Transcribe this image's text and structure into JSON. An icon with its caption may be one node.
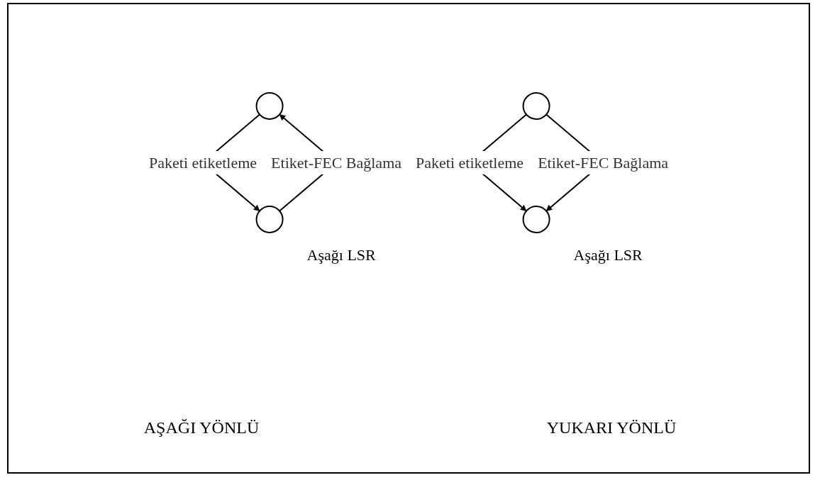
{
  "diagram": {
    "nodes": [
      {
        "text": [],
        "shape": "circle"
      },
      {
        "text": [],
        "shape": "circle",
        "beside": [
          "Aşağı LSR"
        ]
      },
      {
        "text": [],
        "shape": "circle"
      },
      {
        "text": [],
        "shape": "circle",
        "beside": [
          "Aşağı LSR"
        ]
      }
    ],
    "edges": [
      {
        "from": 0,
        "to": 1,
        "arrow": "to",
        "label": "Paketi etiketleme"
      },
      {
        "from": 1,
        "to": 0,
        "arrow": "to",
        "label": "Etiket-FEC Bağlama"
      },
      {
        "from": 2,
        "to": 3,
        "arrow": "to",
        "label": "Paketi etiketleme"
      },
      {
        "from": 2,
        "to": 3,
        "arrow": "to",
        "label": "Etiket-FEC Bağlama"
      }
    ],
    "labels": [
      "AŞAĞI YÖNLÜ",
      "YUKARI YÖNLÜ"
    ]
  }
}
